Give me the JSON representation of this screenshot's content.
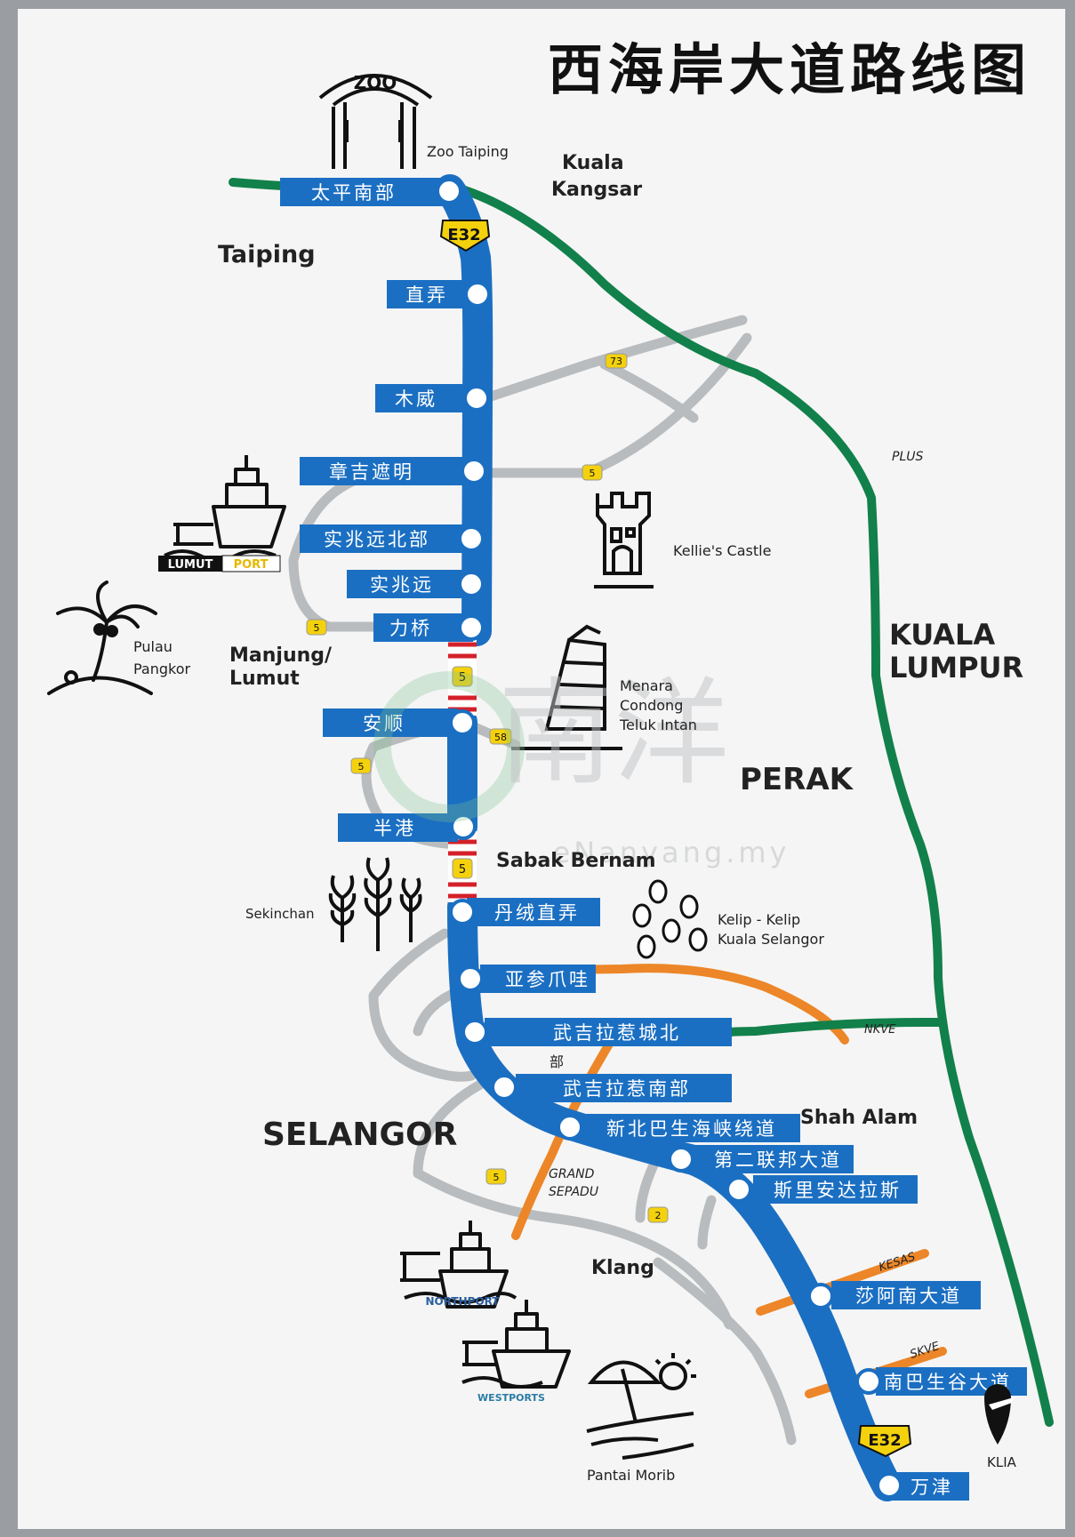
{
  "title": "西海岸大道路线图",
  "highway_code": "E32",
  "colors": {
    "route_blue": "#1b6fc2",
    "plus_green": "#12804a",
    "grey_road": "#b9bcbe",
    "orange_road": "#ec8628",
    "shield_yellow": "#f4d10d",
    "frame_grey": "#9a9ea3"
  },
  "interchanges": [
    {
      "label": "太平南部"
    },
    {
      "label": "直弄"
    },
    {
      "label": "木威"
    },
    {
      "label": "章吉遮明"
    },
    {
      "label": "实兆远北部"
    },
    {
      "label": "实兆远"
    },
    {
      "label": "力桥"
    },
    {
      "label": "安顺"
    },
    {
      "label": "半港"
    },
    {
      "label": "丹绒直弄"
    },
    {
      "label": "亚参爪哇"
    },
    {
      "label": "武吉拉惹城北"
    },
    {
      "label": "武吉拉惹南部"
    },
    {
      "label": "新北巴生海峡绕道"
    },
    {
      "label": "第二联邦大道"
    },
    {
      "label": "斯里安达拉斯"
    },
    {
      "label": "莎阿南大道"
    },
    {
      "label": "南巴生谷大道"
    },
    {
      "label": "万津"
    }
  ],
  "places": {
    "zoo_sign": "ZOO",
    "zoo_taiping": "Zoo Taiping",
    "kuala_kangsar_1": "Kuala",
    "kuala_kangsar_2": "Kangsar",
    "taiping": "Taiping",
    "plus": "PLUS",
    "kellies_castle": "Kellie's Castle",
    "kuala_lumpur_1": "KUALA",
    "kuala_lumpur_2": "LUMPUR",
    "lumut_port_1": "LUMUT",
    "lumut_port_2": "PORT",
    "pulau_pangkor_1": "Pulau",
    "pulau_pangkor_2": "Pangkor",
    "manjung_1": "Manjung/",
    "manjung_2": "Lumut",
    "menara_1": "Menara",
    "menara_2": "Condong",
    "menara_3": "Teluk Intan",
    "perak": "PERAK",
    "sabak_bernam": "Sabak Bernam",
    "sekinchan": "Sekinchan",
    "kelip_1": "Kelip - Kelip",
    "kelip_2": "Kuala Selangor",
    "nkve": "NKVE",
    "selangor": "SELANGOR",
    "shah_alam": "Shah Alam",
    "grand_sepadu_1": "GRAND",
    "grand_sepadu_2": "SEPADU",
    "klang": "Klang",
    "northport": "NORTHPORT",
    "westports": "WESTPORTS",
    "kesas": "KESAS",
    "skve": "SKVE",
    "pantai_morib": "Pantai Morib",
    "klia": "KLIA",
    "stray_label": "部"
  },
  "shields": {
    "s73": "73",
    "s5": "5",
    "s58": "58",
    "s2": "2"
  },
  "watermark": {
    "text": "南洋",
    "url": "eNanyang.my"
  }
}
